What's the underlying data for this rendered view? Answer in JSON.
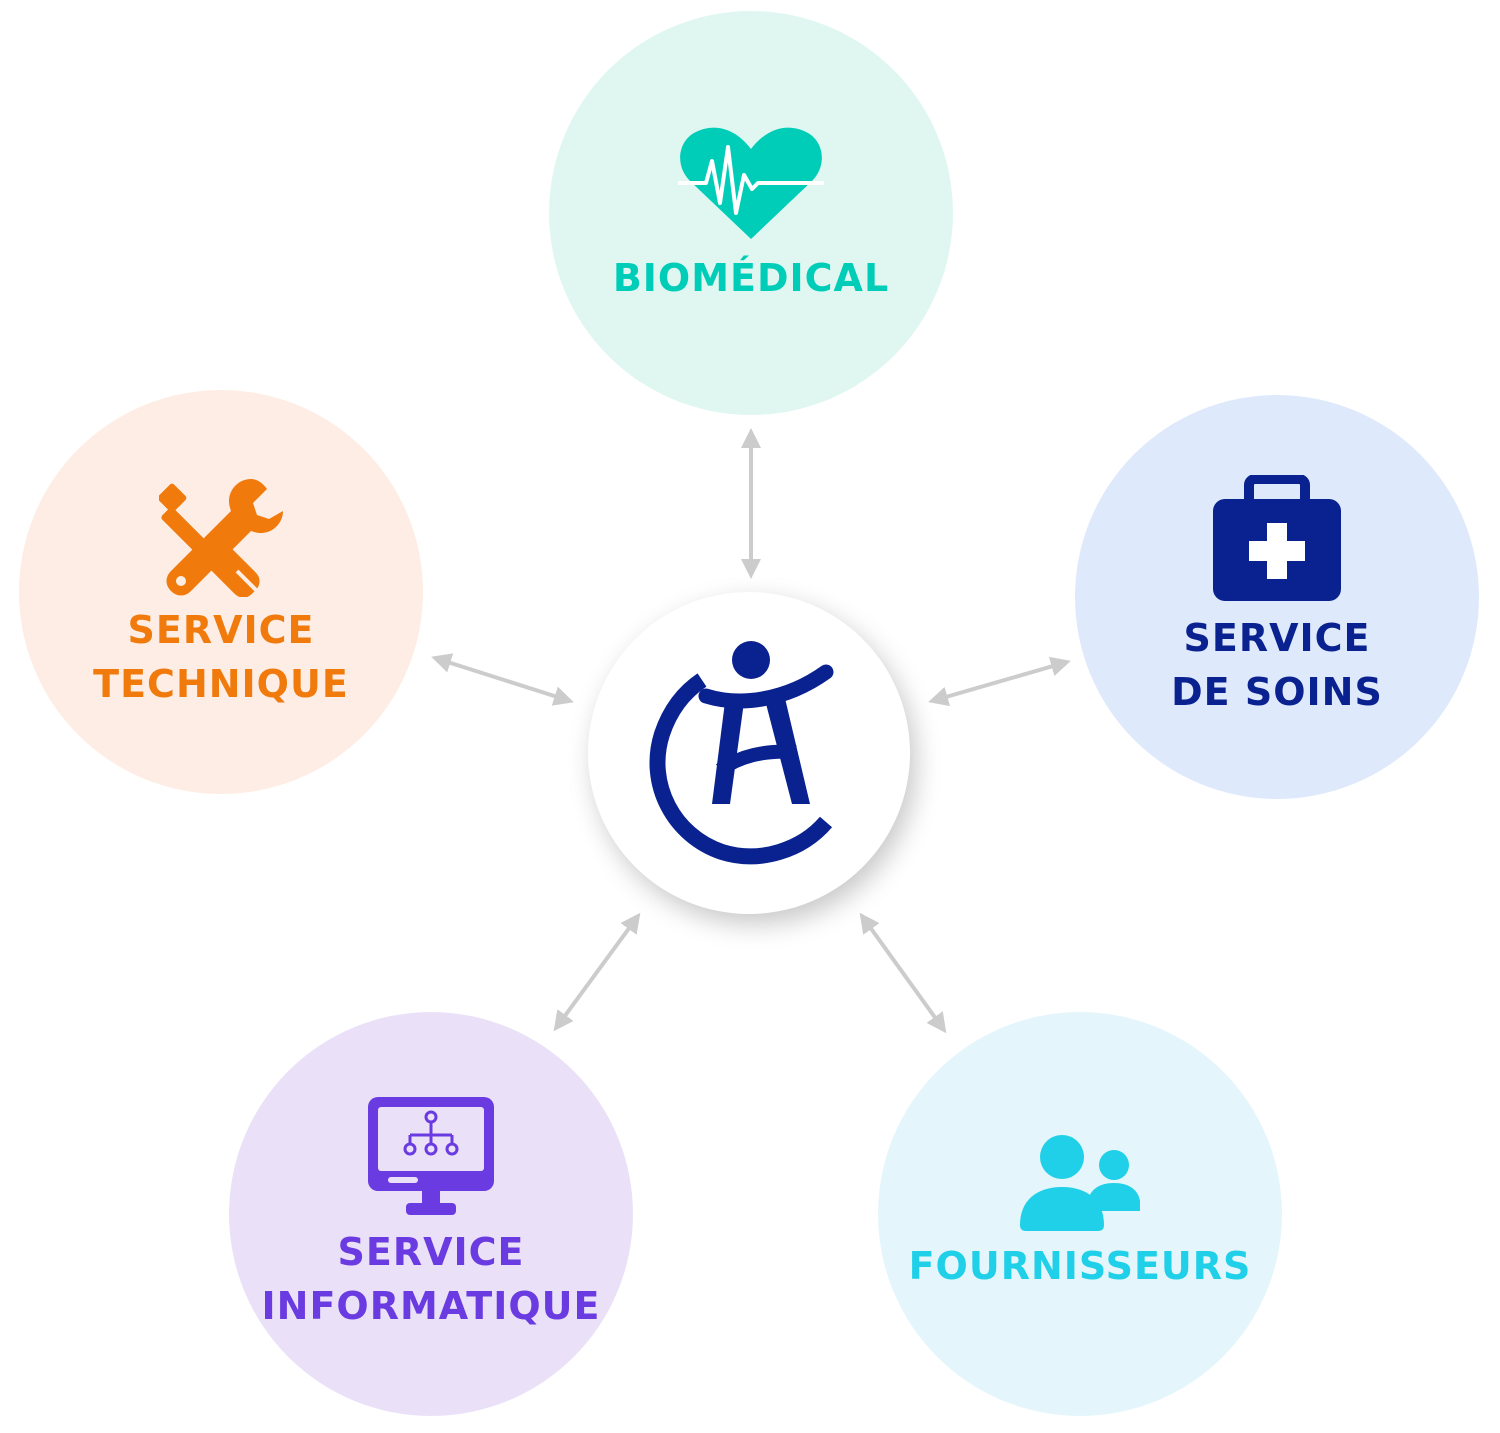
{
  "nodes": {
    "biomedical": {
      "label": "BIOMÉDICAL",
      "color": "#00CDB7",
      "bg": "#E0F7F1",
      "icon": "heartbeat-icon"
    },
    "technique": {
      "label": "SERVICE\nTECHNIQUE",
      "color": "#F07A0C",
      "bg": "#FEEDE4",
      "icon": "tools-icon"
    },
    "soins": {
      "label": "SERVICE\nDE SOINS",
      "color": "#0A2290",
      "bg": "#DFE9FC",
      "icon": "first-aid-kit-icon"
    },
    "informatique": {
      "label": "SERVICE\nINFORMATIQUE",
      "color": "#6A3BE0",
      "bg": "#EAE1F8",
      "icon": "monitor-network-icon"
    },
    "fournisseurs": {
      "label": "FOURNISSEURS",
      "color": "#1FD0E8",
      "bg": "#E4F6FC",
      "icon": "users-icon"
    }
  },
  "center": {
    "icon": "logo-icon",
    "color": "#0A2290"
  },
  "arrow_color": "#CCCCCC"
}
